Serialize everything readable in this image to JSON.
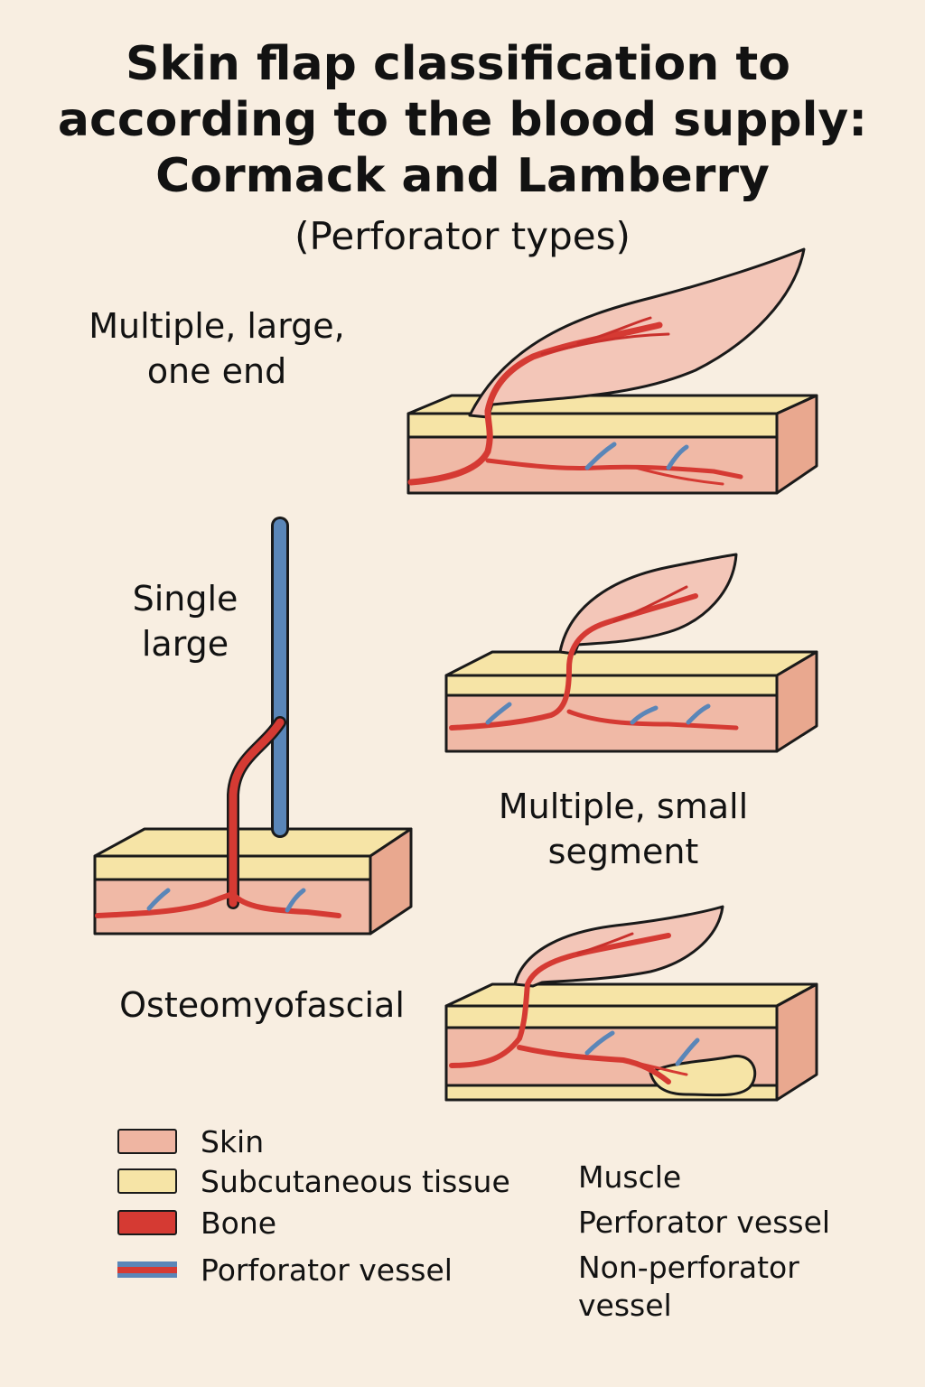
{
  "title": {
    "line1": "Skin flap classification to",
    "line2": "according to the blood supply:",
    "line3": "Cormack and Lamberry"
  },
  "subtitle": "(Perforator types)",
  "types": [
    {
      "line1": "Multiple, large,",
      "line2": "one end"
    },
    {
      "line1": "Single",
      "line2": "large"
    },
    {
      "line1": "Multiple, small",
      "line2": "segment"
    },
    {
      "line1": "Osteomyofascial"
    }
  ],
  "legend_left": [
    {
      "label": "Skin",
      "color": "#efb5a2"
    },
    {
      "label": "Subcutaneous tissue",
      "color": "#f6e4a6"
    },
    {
      "label": "Bone",
      "color": "#d53a33"
    },
    {
      "label": "Porforator vessel",
      "colors": [
        "#5a86b8",
        "#d53a33"
      ]
    }
  ],
  "legend_right": [
    "Muscle",
    "Perforator vessel",
    "Non-perforator",
    "vessel"
  ],
  "colors": {
    "background": "#f8eee1",
    "skin": "#efb5a2",
    "flap": "#f3c6b8",
    "subcutaneous": "#f6e4a6",
    "artery": "#d53a33",
    "vein": "#5a86b8",
    "bone": "#f6e4a6",
    "outline": "#1a1a1a"
  }
}
